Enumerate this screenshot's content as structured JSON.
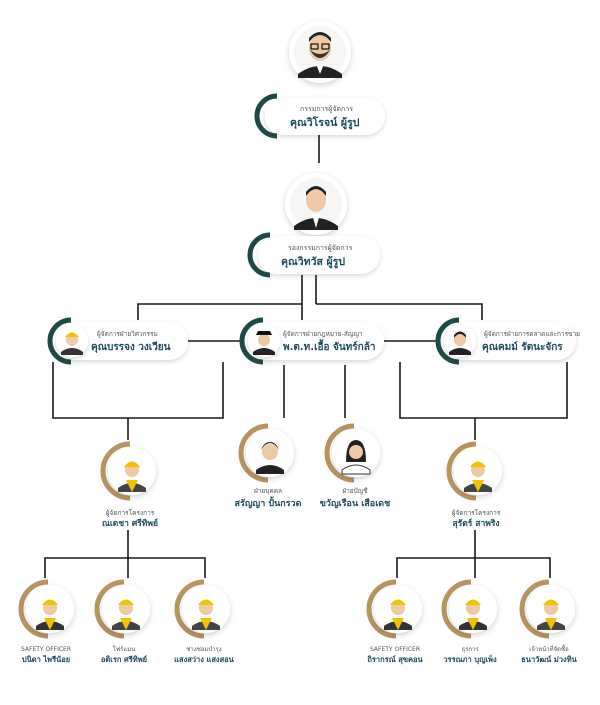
{
  "colors": {
    "dark_green": "#1e4a46",
    "gold": "#b89460",
    "name_text": "#1f4a5c",
    "title_text": "#555555",
    "line": "#1a1a1a"
  },
  "nodes": {
    "ceo": {
      "title": "กรรมการผู้จัดการ",
      "name": "คุณวิโรจน์ ผู้รูป",
      "icon": "bearded-man-icon"
    },
    "deputy": {
      "title": "รองกรรมการผู้จัดการ",
      "name": "คุณวิทวัส ผู้รูป",
      "icon": "businessman-icon"
    },
    "eng_mgr": {
      "title": "ผู้จัดการฝ่ายวิศวกรรม",
      "name": "คุณบรรจง วงเวียน",
      "icon": "engineer-icon"
    },
    "legal_mgr": {
      "title": "ผู้จัดการฝ่ายกฎหมาย-สัญญา",
      "name": "พ.ต.ท.เอื้อ จันทร์กล้า",
      "icon": "police-officer-icon"
    },
    "mkt_mgr": {
      "title": "ผู้จัดการฝ่ายการตลาดและการขาย",
      "name": "คุณคมม์ รัตนะจักร",
      "icon": "manager-icon"
    },
    "hr": {
      "title": "ฝ่ายบุคคล",
      "name": "สรัญญา ปั้นกรวด",
      "icon": "woman-icon"
    },
    "acc": {
      "title": "ฝ่ายบัญชี",
      "name": "ขวัญเรือน เสือเดช",
      "icon": "woman-long-hair-icon"
    },
    "pm1": {
      "title": "ผู้จัดการโครงการ",
      "name": "ณเดชา ศรีทิพย์",
      "icon": "worker-icon"
    },
    "pm2": {
      "title": "ผู้จัดการโครงการ",
      "name": "สุรัตร์ สาพริง",
      "icon": "worker-icon"
    },
    "s1": {
      "title": "SAFETY OFFICER",
      "name": "ปนิดา ไพรีน้อย",
      "icon": "female-worker-icon"
    },
    "s2": {
      "title": "โฟร์แมน",
      "name": "อติเรก ศรีทิพย์",
      "icon": "worker-icon"
    },
    "s3": {
      "title": "ช่างซ่อมบำรุง",
      "name": "แสงสว่าง แสงสอน",
      "icon": "worker-icon"
    },
    "s4": {
      "title": "SAFETY OFFICER",
      "name": "ถิรากรณ์ สุขคอน",
      "icon": "female-worker-icon"
    },
    "s5": {
      "title": "ธุรการ",
      "name": "วรรณภา บุญเพ็ง",
      "icon": "female-worker-icon"
    },
    "s6": {
      "title": "เจ้าหน้าที่จัดซื้อ",
      "name": "ธนาวัฒน์ ม่วงทิน",
      "icon": "worker-icon"
    }
  }
}
